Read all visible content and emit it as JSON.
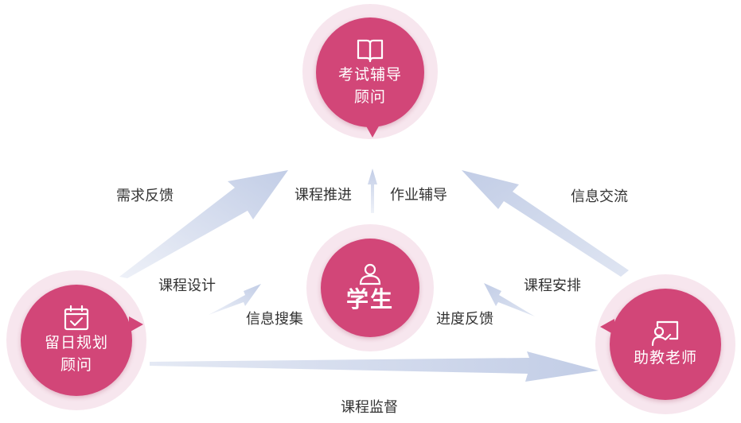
{
  "nodes": {
    "exam": {
      "line1": "考试辅导",
      "line2": "顾问",
      "icon": "open-book-icon"
    },
    "plan": {
      "line1": "留日规划",
      "line2": "顾问",
      "icon": "calendar-check-icon"
    },
    "assist": {
      "line1": "助教老师",
      "icon": "teacher-board-icon"
    },
    "student": {
      "line1": "学生",
      "icon": "user-icon"
    }
  },
  "edge_labels": {
    "demand_feedback": "需求反馈",
    "course_progress": "课程推进",
    "homework_tutoring": "作业辅导",
    "info_exchange": "信息交流",
    "course_design": "课程设计",
    "course_arrangement": "课程安排",
    "info_collection": "信息搜集",
    "progress_feedback": "进度反馈",
    "course_supervision": "课程监督"
  },
  "colors": {
    "node_core": "#d24678",
    "node_halo": "#f7e6ee",
    "arrow": "#c9d3ea",
    "label_text": "#333333"
  }
}
